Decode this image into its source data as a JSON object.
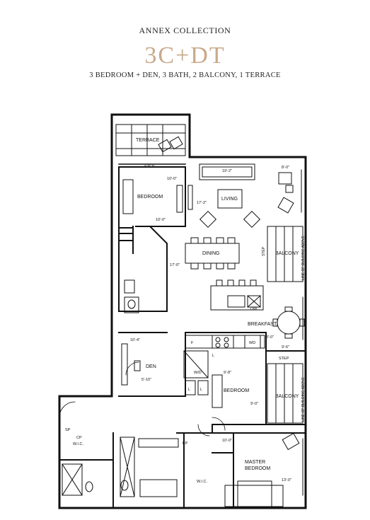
{
  "header": {
    "collection": "ANNEX COLLECTION",
    "unit": "3C+DT",
    "description": "3 BEDROOM + DEN, 3 BATH, 2 BALCONY, 1 TERRACE"
  },
  "rooms": {
    "terrace": "TERRACE",
    "bedroom_a": "BEDROOM",
    "living": "LIVING",
    "dining": "DINING",
    "balcony_a": "BALCONY",
    "breakfast": "BREAKFAST",
    "den": "DEN",
    "bedroom_b": "BEDROOM",
    "balcony_b": "BALCONY",
    "master_line1": "MASTER",
    "master_line2": "BEDROOM",
    "wic_a": "W.I.C.",
    "wic_b": "W.I.C."
  },
  "labels": {
    "step_top": "STEP",
    "step_balcony": "STEP",
    "step_right": "STEP",
    "line_of_building_1": "LINE OF BUILDING ABOVE",
    "line_of_building_2": "LINE OF BUILDING ABOVE",
    "sp": "SP",
    "cp": "CP",
    "ep": "EP",
    "fridge": "F",
    "washer": "WD",
    "dishwasher": "DW",
    "laundry": "W/D",
    "linen_1": "L",
    "linen_2": "L",
    "linen_3": "L"
  },
  "dimensions": {
    "bedroom_a_w": "10'-0\"",
    "bedroom_a_h": "10'-0\"",
    "living_w": "19'-2\"",
    "living_h": "17'-2\"",
    "living_nook": "8'-0\"",
    "dining": "17'-0\"",
    "breakfast_w": "8'-0\"",
    "breakfast_h": "9'-6\"",
    "den_w": "10'-4\"",
    "den_h": "5'-10\"",
    "bedroom_b_w": "9'-8\"",
    "bedroom_b_h": "9'-0\"",
    "master_w": "10'-0\"",
    "master_h": "13'-0\""
  }
}
